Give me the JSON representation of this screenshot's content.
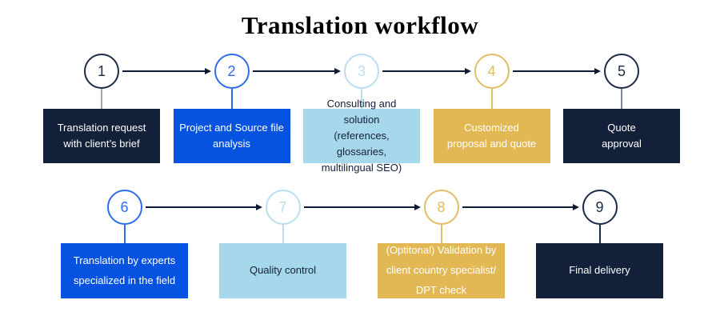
{
  "title": "Translation workflow",
  "arrow_color": "#0e1b33",
  "background_color": "#ffffff",
  "steps": [
    {
      "number": "1",
      "label": "Translation request\nwith client’s brief",
      "box_color": "#132039",
      "text_color": "#ffffff",
      "circle_color": "#1c2b47",
      "connector_color": "#a0a6af"
    },
    {
      "number": "2",
      "label": "Project and Source file\nanalysis",
      "box_color": "#0753e1",
      "text_color": "#ffffff",
      "circle_color": "#2e6cea",
      "connector_color": "#2e6cea"
    },
    {
      "number": "3",
      "label": "Consulting and solution\n(references, glossaries,\nmultilingual SEO)",
      "box_color": "#a7d7eb",
      "text_color": "#132039",
      "circle_color": "#b9dff1",
      "connector_color": "#b9dff1"
    },
    {
      "number": "4",
      "label": "Customized\nproposal and quote",
      "box_color": "#e2b854",
      "text_color": "#ffffff",
      "circle_color": "#e2bc66",
      "connector_color": "#e2bc66"
    },
    {
      "number": "5",
      "label": "Quote\napproval",
      "box_color": "#132039",
      "text_color": "#ffffff",
      "circle_color": "#1c2b47",
      "connector_color": "#7f8a99"
    },
    {
      "number": "6",
      "label": "Translation by experts\nspecialized in the field",
      "box_color": "#0753e1",
      "text_color": "#ffffff",
      "circle_color": "#2e6cea",
      "connector_color": "#2e6cea"
    },
    {
      "number": "7",
      "label": "Quality control",
      "box_color": "#a7d7eb",
      "text_color": "#132039",
      "circle_color": "#b9dff1",
      "connector_color": "#b9dff1"
    },
    {
      "number": "8",
      "label": "(Optitonal) Validation by\nclient country specialist/\nDPT check",
      "box_color": "#e2b854",
      "text_color": "#ffffff",
      "circle_color": "#e2bc66",
      "connector_color": "#e2bc66"
    },
    {
      "number": "9",
      "label": "Final delivery",
      "box_color": "#132039",
      "text_color": "#ffffff",
      "circle_color": "#1c2b47",
      "connector_color": "#1c2b47"
    }
  ]
}
